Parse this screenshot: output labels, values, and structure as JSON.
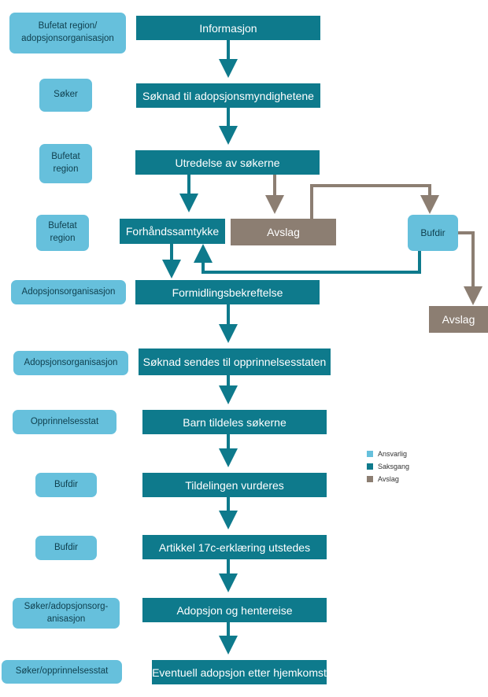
{
  "colors": {
    "responsible": "#66c0dc",
    "process": "#0e7a8c",
    "rejection": "#8c7e72"
  },
  "responsible": [
    "Bufetat region/\nadopsjonsorganisasjon",
    "Søker",
    "Bufetat\nregion",
    "Bufetat\nregion",
    "Adopsjonsorganisasjon",
    "Adopsjonsorganisasjon",
    "Opprinnelsesstat",
    "Bufdir",
    "Bufdir",
    "Søker/adopsjonsorg-\nanisasjon",
    "Søker/opprinnelsesstat"
  ],
  "steps": [
    "Informasjon",
    "Søknad til adopsjonsmyndighetene",
    "Utredelse av søkerne",
    "Formidlingsbekreftelse",
    "Søknad sendes til opprinnelsesstaten",
    "Barn tildeles søkerne",
    "Tildelingen vurderes",
    "Artikkel  17c-erklæring utstedes",
    "Adopsjon og hentereise",
    "Eventuell adopsjon etter hjemkomst"
  ],
  "branch": {
    "consent": "Forhåndssamtykke",
    "rejection": "Avslag",
    "bufdir": "Bufdir",
    "bufdir_rejection": "Avslag"
  },
  "legend": [
    "Ansvarlig",
    "Saksgang",
    "Avslag"
  ]
}
